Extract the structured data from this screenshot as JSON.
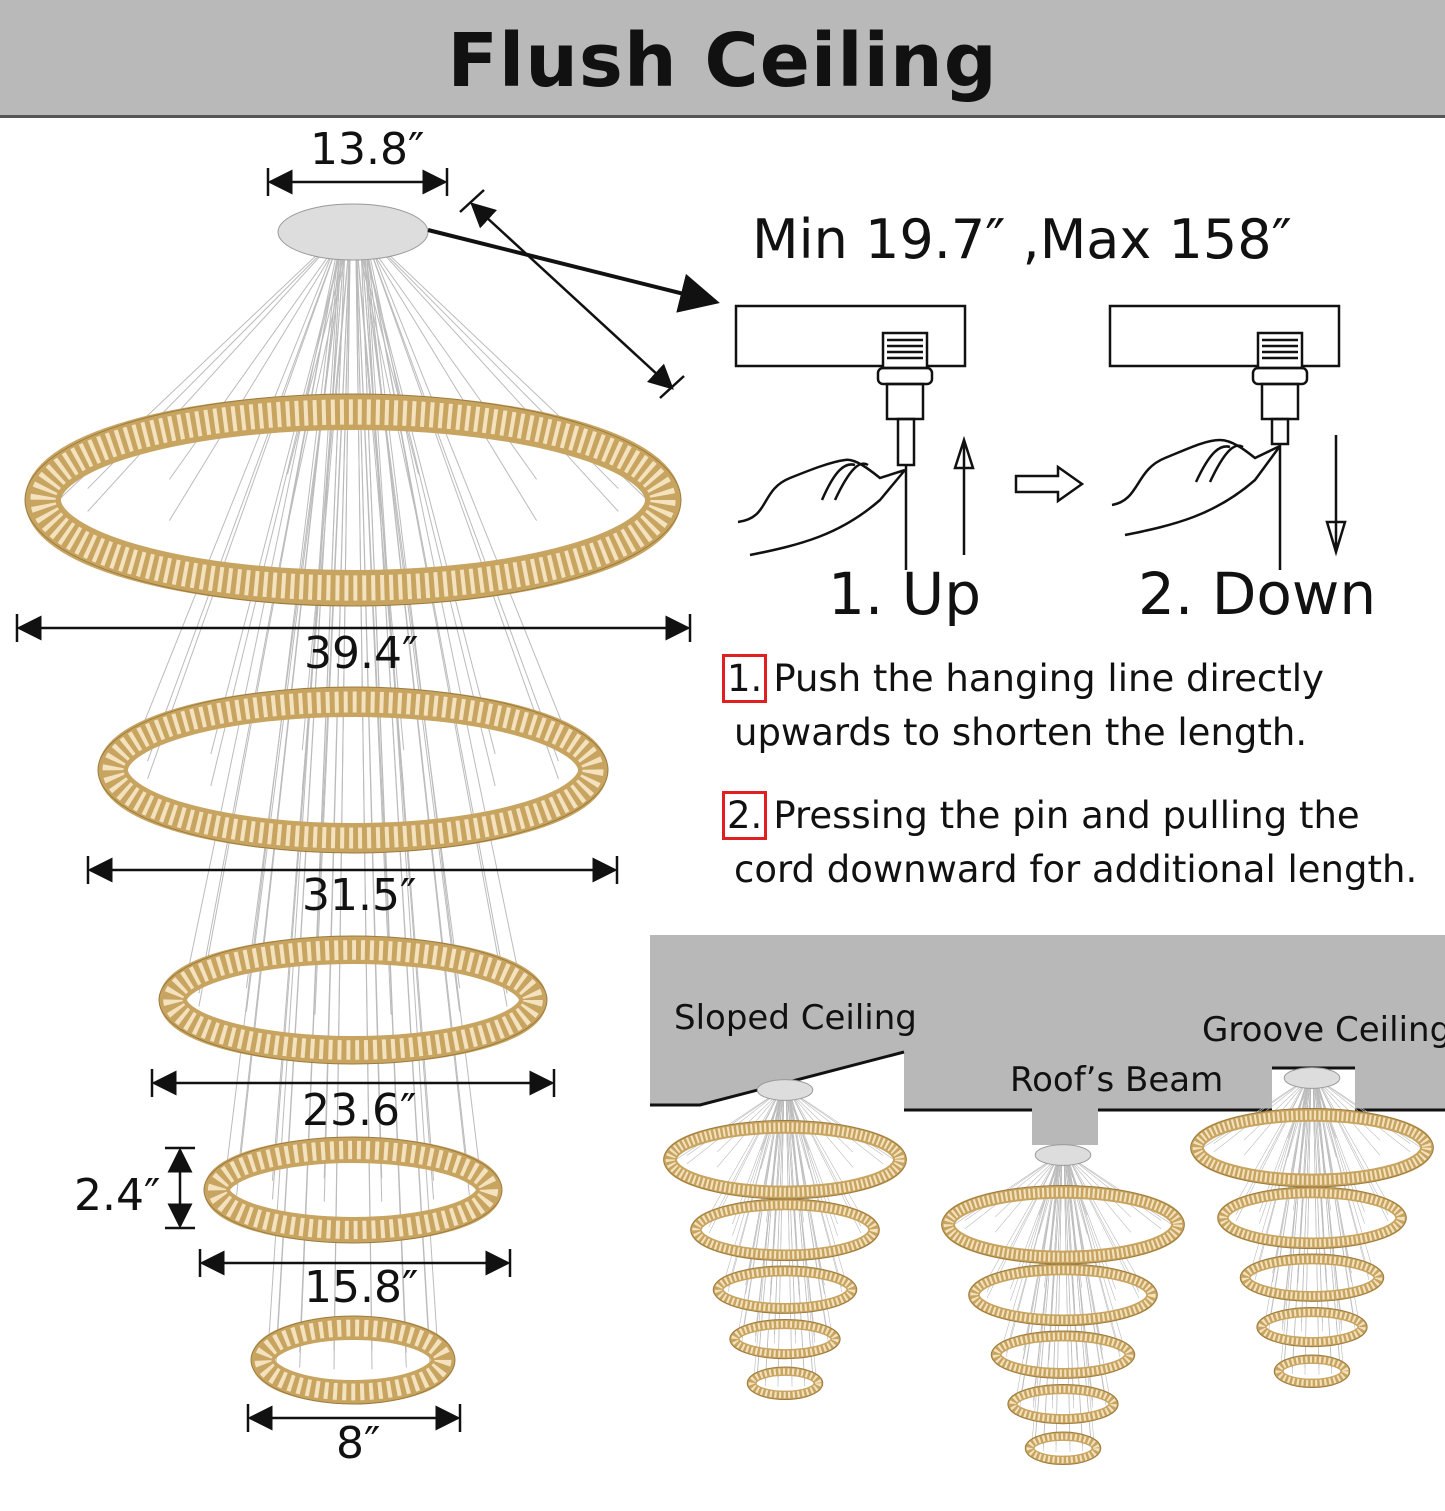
{
  "title": "Flush Ceiling",
  "dimensions": {
    "canopy_width": "13.8″",
    "ring1": "39.4″",
    "ring2": "31.5″",
    "ring3": "23.6″",
    "ring4": "15.8″",
    "ring5": "8″",
    "ring_height": "2.4″"
  },
  "cord_length": "Min 19.7″ ,Max 158″",
  "steps": {
    "up": "1. Up",
    "down": "2. Down"
  },
  "instructions": [
    {
      "num": "1.",
      "line1": "Push the hanging line directly",
      "line2": "upwards to shorten the length."
    },
    {
      "num": "2.",
      "line1": "Pressing the pin and pulling the",
      "line2": "cord downward for additional length."
    }
  ],
  "ceilings": {
    "sloped": "Sloped Ceiling",
    "beam": "Roof’s Beam",
    "groove": "Groove Ceiling"
  },
  "colors": {
    "gold": "#c8a461",
    "header": "#b9b9b9",
    "ceiling": "#b8b8b8",
    "highlight": "#e02020"
  }
}
